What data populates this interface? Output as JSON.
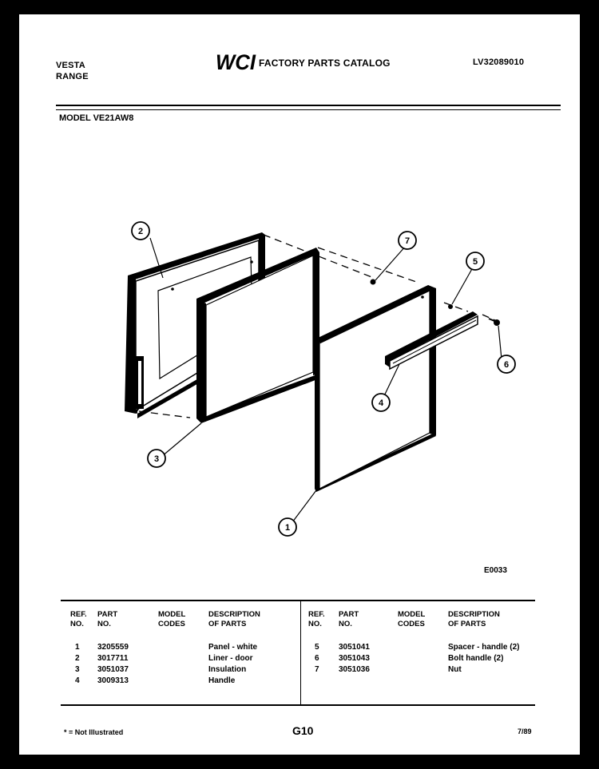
{
  "header": {
    "brand_line1": "VESTA",
    "brand_line2": "RANGE",
    "logo_text": "WCI",
    "catalog_title": "FACTORY PARTS CATALOG",
    "catalog_number": "LV32089010",
    "model": "MODEL VE21AW8"
  },
  "diagram": {
    "callouts": [
      "1",
      "2",
      "3",
      "4",
      "5",
      "6",
      "7"
    ],
    "drawing_code": "E0033"
  },
  "table": {
    "columns": [
      {
        "line1": "REF.",
        "line2": "NO."
      },
      {
        "line1": "PART",
        "line2": "NO."
      },
      {
        "line1": "MODEL",
        "line2": "CODES"
      },
      {
        "line1": "DESCRIPTION",
        "line2": "OF PARTS"
      }
    ],
    "left_rows": [
      {
        "ref": "1",
        "part": "3205559",
        "codes": "",
        "desc": "Panel - white"
      },
      {
        "ref": "2",
        "part": "3017711",
        "codes": "",
        "desc": "Liner - door"
      },
      {
        "ref": "3",
        "part": "3051037",
        "codes": "",
        "desc": "Insulation"
      },
      {
        "ref": "4",
        "part": "3009313",
        "codes": "",
        "desc": "Handle"
      }
    ],
    "right_rows": [
      {
        "ref": "5",
        "part": "3051041",
        "codes": "",
        "desc": "Spacer - handle (2)"
      },
      {
        "ref": "6",
        "part": "3051043",
        "codes": "",
        "desc": "Bolt handle (2)"
      },
      {
        "ref": "7",
        "part": "3051036",
        "codes": "",
        "desc": "Nut"
      }
    ]
  },
  "footer": {
    "note": "* = Not Illustrated",
    "page": "G10",
    "date": "7/89"
  }
}
